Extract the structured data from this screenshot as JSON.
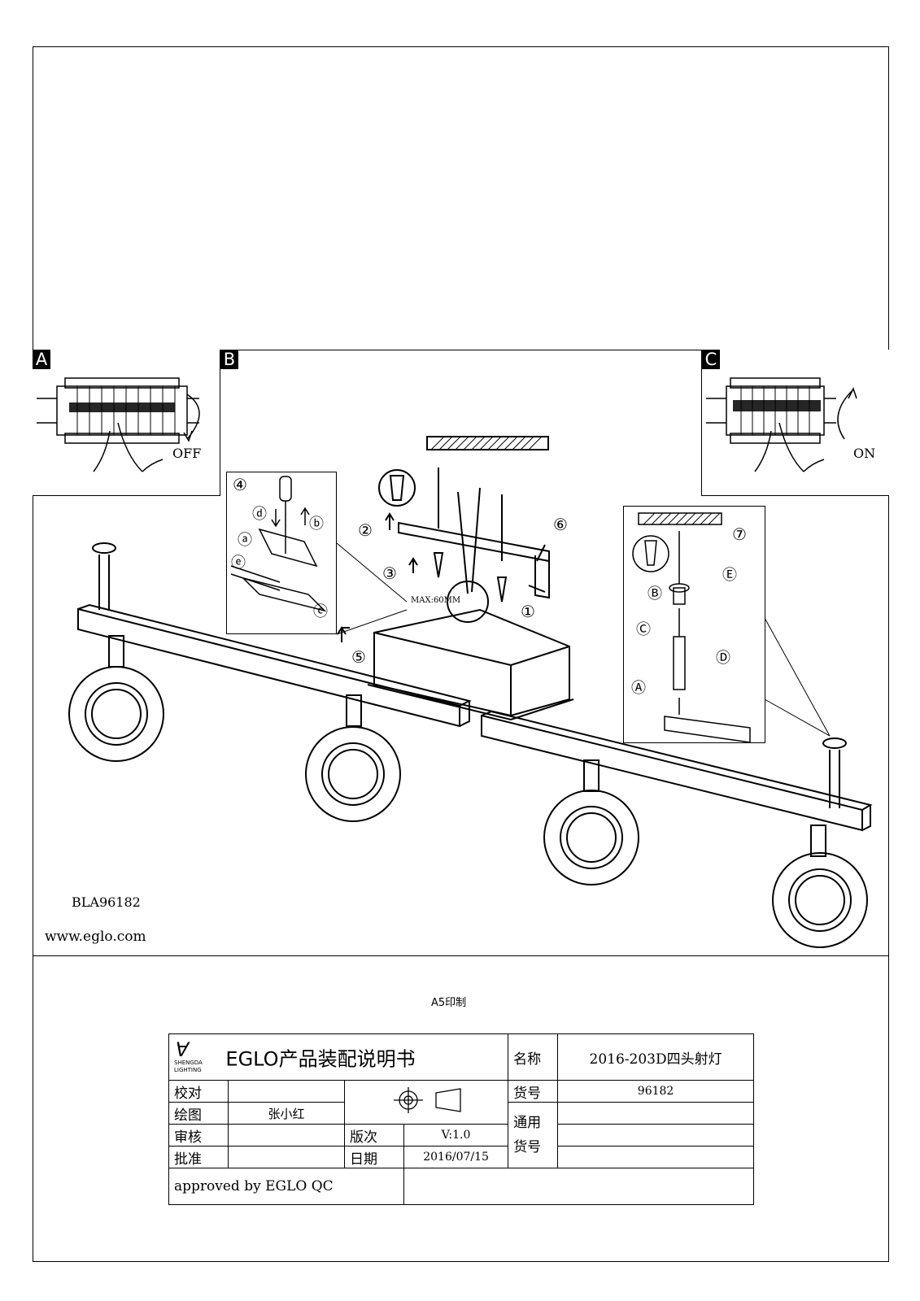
{
  "panels": {
    "a": {
      "tag": "A",
      "action": "OFF"
    },
    "b": {
      "tag": "B"
    },
    "c": {
      "tag": "C",
      "action": "ON"
    }
  },
  "steps": {
    "s1": "①",
    "s2": "②",
    "s3": "③",
    "s4": "④",
    "s5": "⑤",
    "s6": "⑥",
    "s7": "⑦"
  },
  "sub_a": {
    "a": "ⓐ",
    "b": "ⓑ",
    "c": "ⓒ",
    "d": "ⓓ",
    "e": "ⓔ"
  },
  "sub_A": {
    "A": "Ⓐ",
    "B": "Ⓑ",
    "C": "Ⓒ",
    "D": "Ⓓ",
    "E": "Ⓔ"
  },
  "max_label": "MAX:60MM",
  "model": "BLA96182",
  "website": "www.eglo.com",
  "print_size": "A5印制",
  "title_block": {
    "logo_text": "SHENGDA LIGHTING",
    "doc_title": "EGLO产品装配说明书",
    "name_label": "名称",
    "name_value": "2016-203D四头射灯",
    "check_label": "校对",
    "draw_label": "绘图",
    "draw_value": "张小红",
    "review_label": "审核",
    "approve_label": "批准",
    "item_label": "货号",
    "item_value": "96182",
    "common_label": "通用货号",
    "version_label": "版次",
    "version_value": "V:1.0",
    "date_label": "日期",
    "date_value": "2016/07/15",
    "approved": "approved by EGLO QC"
  }
}
